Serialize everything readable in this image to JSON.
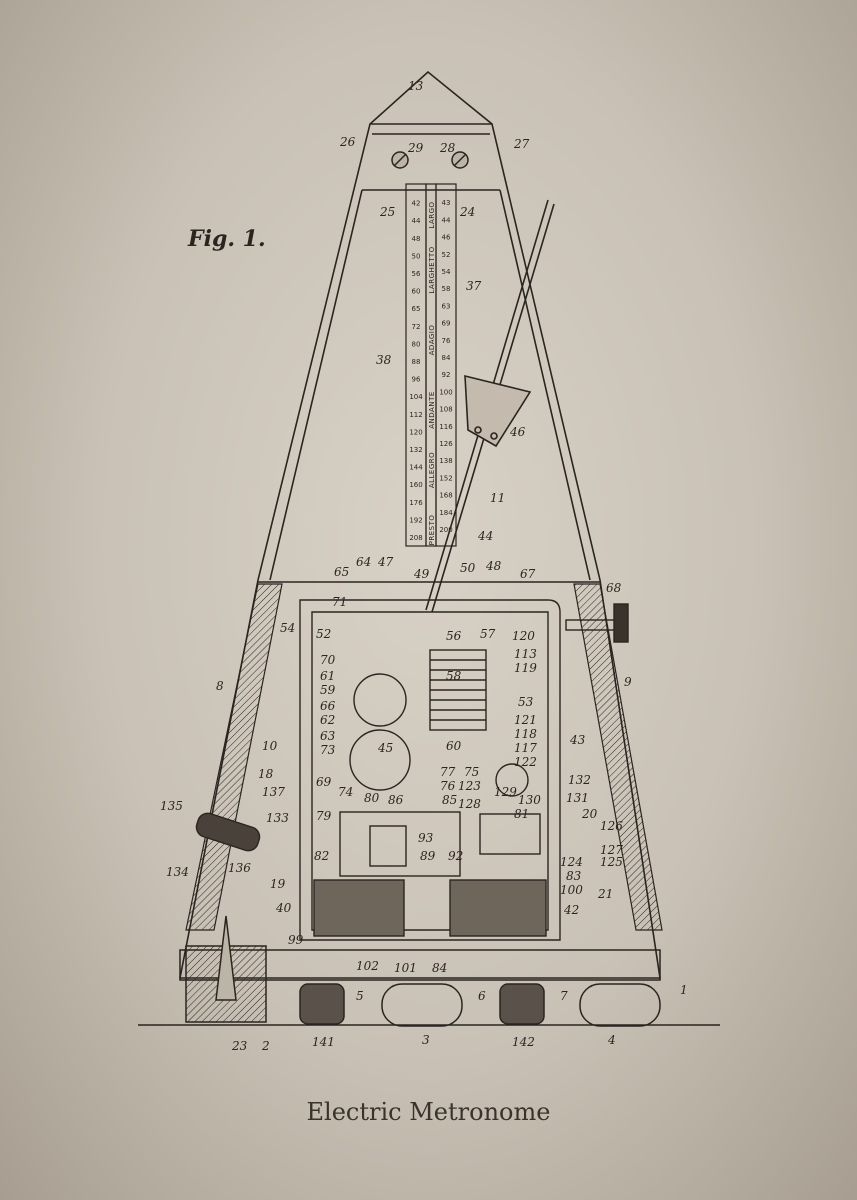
{
  "figure_label": "Fig. 1.",
  "caption": "Electric Metronome",
  "tempo_words": [
    "PRESTO",
    "ALLEGRO",
    "ANDANTE",
    "ADAGIO",
    "LARGHETTO",
    "LARGO"
  ],
  "scale_left": [
    "208",
    "192",
    "176",
    "160",
    "144",
    "132",
    "120",
    "112",
    "104",
    "96",
    "88",
    "80",
    "72",
    "65",
    "60",
    "56",
    "50",
    "48",
    "44",
    "42"
  ],
  "scale_right": [
    "200",
    "184",
    "168",
    "152",
    "138",
    "126",
    "116",
    "108",
    "100",
    "92",
    "84",
    "76",
    "69",
    "63",
    "58",
    "54",
    "52",
    "46",
    "44",
    "43"
  ],
  "part_numbers": [
    "1",
    "2",
    "3",
    "4",
    "5",
    "6",
    "7",
    "8",
    "9",
    "10",
    "11",
    "13",
    "18",
    "19",
    "20",
    "21",
    "23",
    "24",
    "25",
    "26",
    "27",
    "28",
    "29",
    "37",
    "38",
    "40",
    "42",
    "43",
    "44",
    "45",
    "46",
    "47",
    "48",
    "49",
    "50",
    "52",
    "53",
    "54",
    "56",
    "57",
    "58",
    "59",
    "60",
    "61",
    "62",
    "63",
    "64",
    "65",
    "66",
    "67",
    "68",
    "69",
    "70",
    "71",
    "73",
    "74",
    "75",
    "76",
    "77",
    "79",
    "80",
    "81",
    "82",
    "83",
    "84",
    "85",
    "86",
    "89",
    "92",
    "93",
    "99",
    "100",
    "101",
    "102",
    "113",
    "117",
    "118",
    "119",
    "120",
    "121",
    "122",
    "123",
    "124",
    "125",
    "126",
    "127",
    "128",
    "129",
    "130",
    "131",
    "132",
    "133",
    "134",
    "135",
    "136",
    "137",
    "141",
    "142"
  ],
  "colors": {
    "paper": "#cbc3b8",
    "ink": "#2b2520",
    "vignette": "#a79e91"
  }
}
